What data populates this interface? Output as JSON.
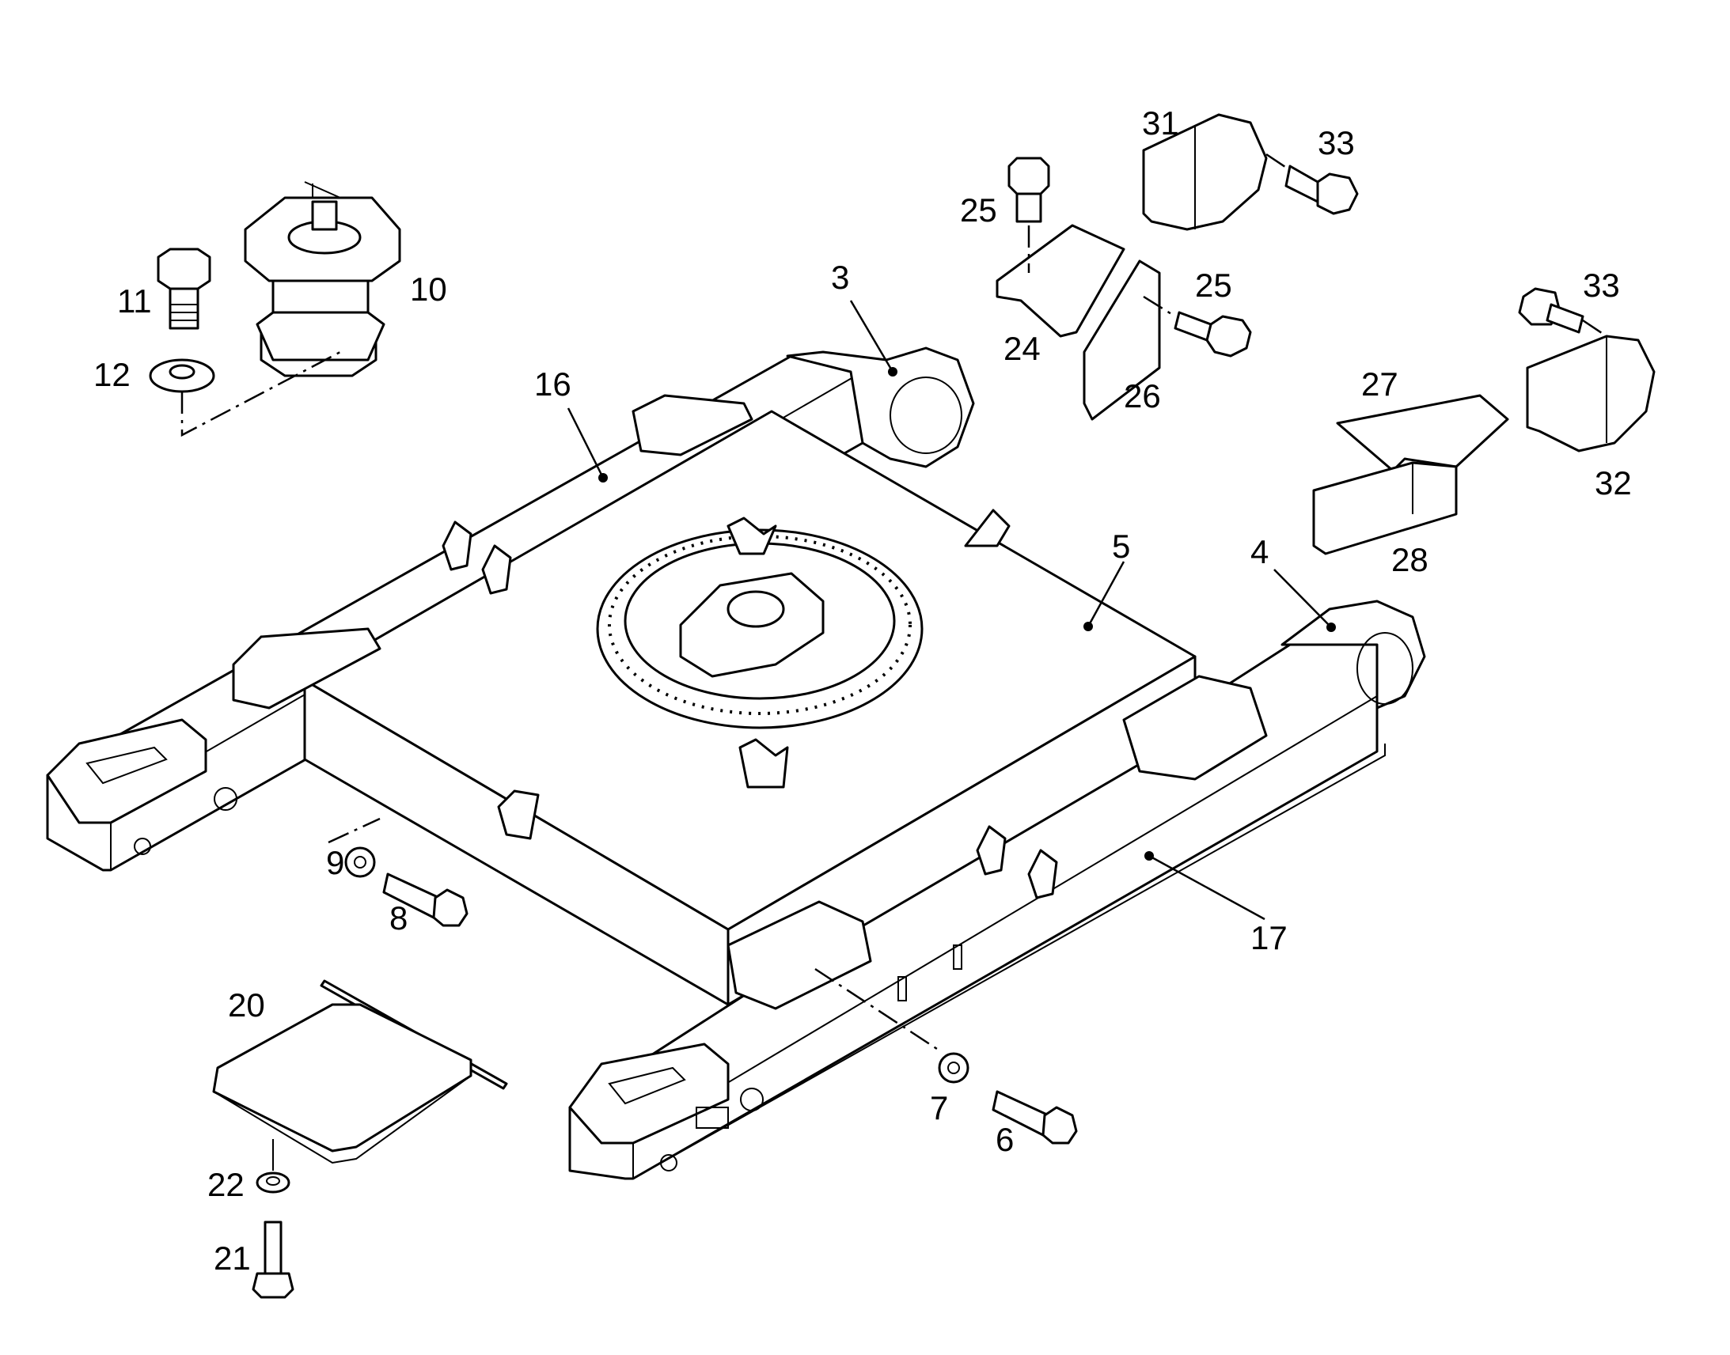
{
  "colors": {
    "line": "#000000",
    "background": "#ffffff",
    "shade": "#e6e6e6"
  },
  "callouts": {
    "c3": "3",
    "c4": "4",
    "c5": "5",
    "c6": "6",
    "c7": "7",
    "c8": "8",
    "c9": "9",
    "c10": "10",
    "c11": "11",
    "c12": "12",
    "c16": "16",
    "c17": "17",
    "c20": "20",
    "c21": "21",
    "c22": "22",
    "c24": "24",
    "c25a": "25",
    "c25b": "25",
    "c26": "26",
    "c27": "27",
    "c28": "28",
    "c31": "31",
    "c32": "32",
    "c33a": "33",
    "c33b": "33"
  }
}
